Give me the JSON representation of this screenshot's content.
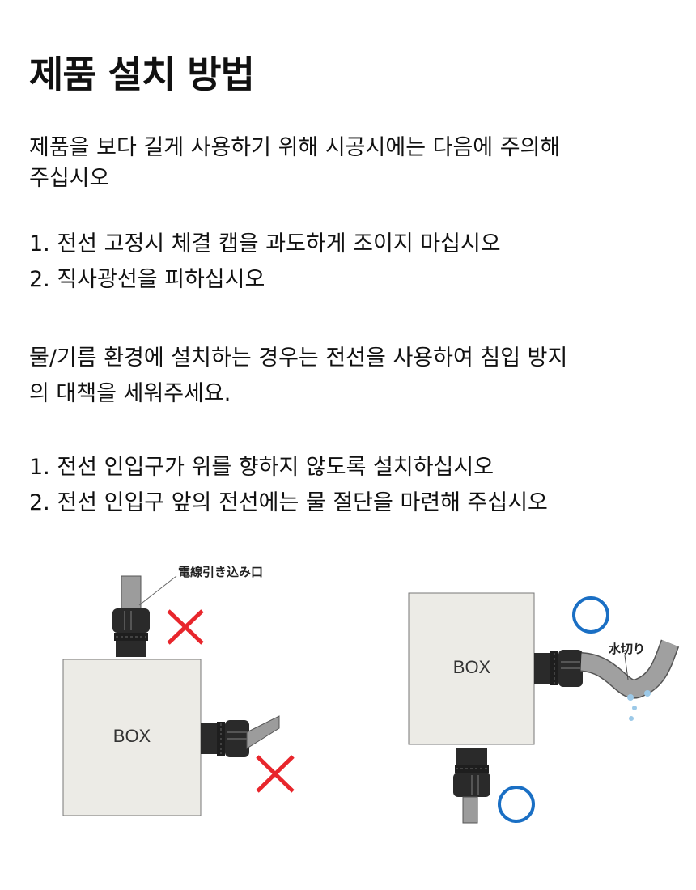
{
  "title": "제품 설치 방법",
  "intro": [
    "제품을 보다 길게 사용하기 위해 시공시에는 다음에 주의해",
    "주십시오"
  ],
  "list1": [
    "1. 전선 고정시 체결 캡을 과도하게 조이지 마십시오",
    "2. 직사광선을 피하십시오"
  ],
  "water_note": [
    "물/기름 환경에 설치하는 경우는 전선을 사용하여 침입 방지",
    "의 대책을 세워주세요."
  ],
  "list2": [
    "1. 전선 인입구가 위를 향하지 않도록 설치하십시오",
    "2. 전선 인입구 앞의 전선에는 물 절단을 마련해 주십시오"
  ],
  "diagram_left": {
    "box_label": "BOX",
    "callout": "電線引き込み口",
    "mark": "wrong"
  },
  "diagram_right": {
    "box_label": "BOX",
    "callout": "水切り",
    "mark": "correct"
  },
  "colors": {
    "wrong": "#e8262c",
    "correct": "#1a6fc4",
    "box": "#ecebe6"
  }
}
